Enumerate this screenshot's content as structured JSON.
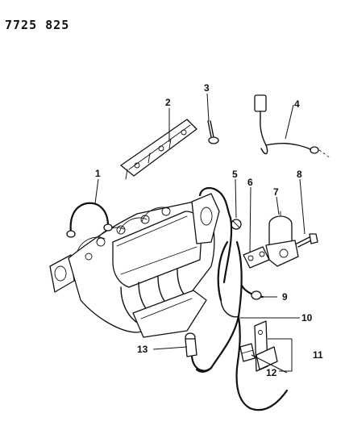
{
  "document": {
    "code": "7725 825"
  },
  "callouts": [
    "1",
    "2",
    "3",
    "4",
    "5",
    "6",
    "7",
    "8",
    "9",
    "10",
    "11",
    "12",
    "13"
  ]
}
